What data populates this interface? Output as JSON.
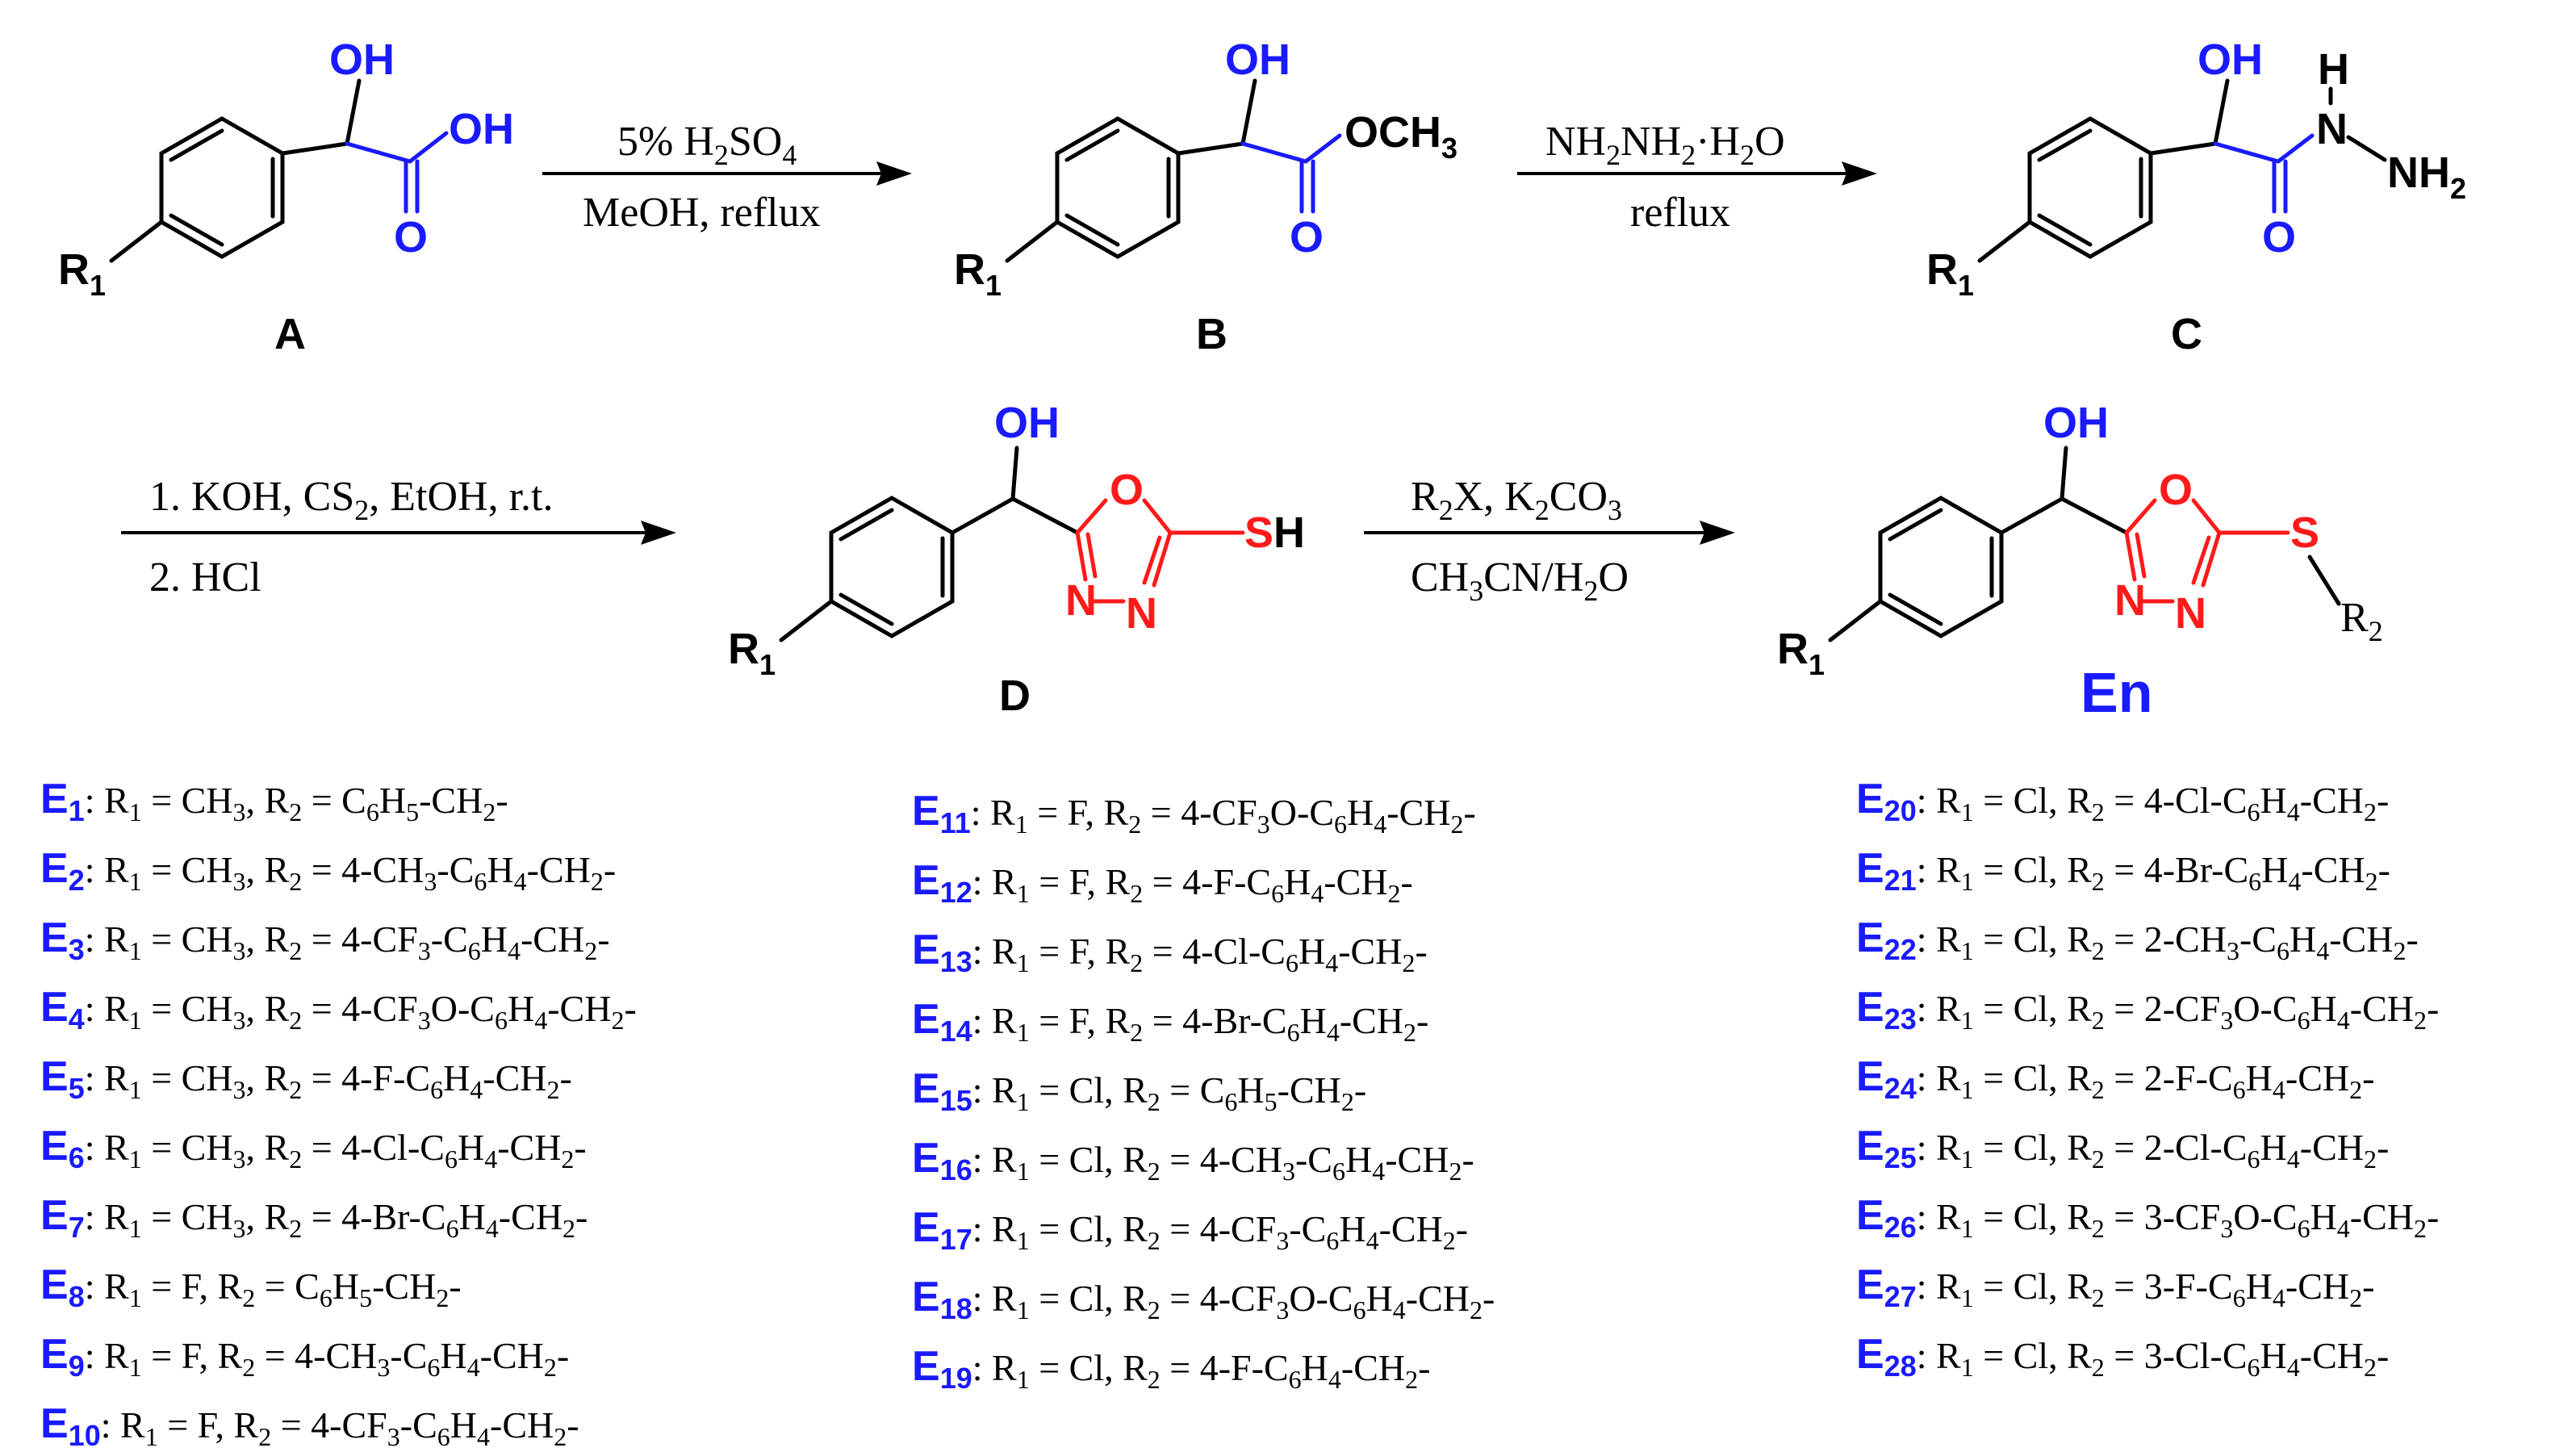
{
  "compounds": {
    "A": {
      "label": "A",
      "oh": "OH",
      "oh2": "OH",
      "o": "O",
      "r": "R",
      "r_sub": "1"
    },
    "B": {
      "label": "B",
      "oh": "OH",
      "och3": "OCH",
      "och3_sub": "3",
      "o": "O",
      "r": "R",
      "r_sub": "1"
    },
    "C": {
      "label": "C",
      "oh": "OH",
      "h": "H",
      "n": "N",
      "nh2": "NH",
      "nh2_sub": "2",
      "o": "O",
      "r": "R",
      "r_sub": "1"
    },
    "D": {
      "label": "D",
      "oh": "OH",
      "ring_o": "O",
      "n1": "N",
      "n2": "N",
      "sh_s": "S",
      "sh_h": "H",
      "r": "R",
      "r_sub": "1"
    },
    "En": {
      "label": "En",
      "oh": "OH",
      "ring_o": "O",
      "n1": "N",
      "n2": "N",
      "s": "S",
      "r2": "R",
      "r2_sub": "2",
      "r": "R",
      "r_sub": "1"
    }
  },
  "arrows": {
    "a_to_b": {
      "above_parts": [
        "5% H",
        "2",
        "SO",
        "4"
      ],
      "below": "MeOH, reflux"
    },
    "b_to_c": {
      "above_parts": [
        "NH",
        "2",
        "NH",
        "2",
        "·H",
        "2",
        "O"
      ],
      "below": "reflux"
    },
    "c_to_d": {
      "above_parts": [
        "1. KOH, CS",
        "2",
        ", EtOH, r.t."
      ],
      "below": "2. HCl"
    },
    "d_to_en": {
      "above_parts": [
        "R",
        "2",
        "X, K",
        "2",
        "CO",
        "3"
      ],
      "below_parts": [
        "CH",
        "3",
        "CN/H",
        "2",
        "O"
      ]
    }
  },
  "entries": [
    {
      "id": "E",
      "n": "1",
      "r1": "CH3",
      "r2": "C6H5-CH2-"
    },
    {
      "id": "E",
      "n": "2",
      "r1": "CH3",
      "r2": "4-CH3-C6H4-CH2-"
    },
    {
      "id": "E",
      "n": "3",
      "r1": "CH3",
      "r2": "4-CF3-C6H4-CH2-"
    },
    {
      "id": "E",
      "n": "4",
      "r1": "CH3",
      "r2": "4-CF3O-C6H4-CH2-"
    },
    {
      "id": "E",
      "n": "5",
      "r1": "CH3",
      "r2": "4-F-C6H4-CH2-"
    },
    {
      "id": "E",
      "n": "6",
      "r1": "CH3",
      "r2": "4-Cl-C6H4-CH2-"
    },
    {
      "id": "E",
      "n": "7",
      "r1": "CH3",
      "r2": "4-Br-C6H4-CH2-"
    },
    {
      "id": "E",
      "n": "8",
      "r1": "F",
      "r2": "C6H5-CH2-"
    },
    {
      "id": "E",
      "n": "9",
      "r1": "F",
      "r2": "4-CH3-C6H4-CH2-"
    },
    {
      "id": "E",
      "n": "10",
      "r1": "F",
      "r2": "4-CF3-C6H4-CH2-"
    },
    {
      "id": "E",
      "n": "11",
      "r1": "F",
      "r2": "4-CF3O-C6H4-CH2-"
    },
    {
      "id": "E",
      "n": "12",
      "r1": "F",
      "r2": "4-F-C6H4-CH2-"
    },
    {
      "id": "E",
      "n": "13",
      "r1": "F",
      "r2": "4-Cl-C6H4-CH2-"
    },
    {
      "id": "E",
      "n": "14",
      "r1": "F",
      "r2": "4-Br-C6H4-CH2-"
    },
    {
      "id": "E",
      "n": "15",
      "r1": "Cl",
      "r2": "C6H5-CH2-"
    },
    {
      "id": "E",
      "n": "16",
      "r1": "Cl",
      "r2": "4-CH3-C6H4-CH2-"
    },
    {
      "id": "E",
      "n": "17",
      "r1": "Cl",
      "r2": "4-CF3-C6H4-CH2-"
    },
    {
      "id": "E",
      "n": "18",
      "r1": "Cl",
      "r2": "4-CF3O-C6H4-CH2-"
    },
    {
      "id": "E",
      "n": "19",
      "r1": "Cl",
      "r2": "4-F-C6H4-CH2-"
    },
    {
      "id": "E",
      "n": "20",
      "r1": "Cl",
      "r2": "4-Cl-C6H4-CH2-"
    },
    {
      "id": "E",
      "n": "21",
      "r1": "Cl",
      "r2": "4-Br-C6H4-CH2-"
    },
    {
      "id": "E",
      "n": "22",
      "r1": "Cl",
      "r2": "2-CH3-C6H4-CH2-"
    },
    {
      "id": "E",
      "n": "23",
      "r1": "Cl",
      "r2": "2-CF3O-C6H4-CH2-"
    },
    {
      "id": "E",
      "n": "24",
      "r1": "Cl",
      "r2": "2-F-C6H4-CH2-"
    },
    {
      "id": "E",
      "n": "25",
      "r1": "Cl",
      "r2": "2-Cl-C6H4-CH2-"
    },
    {
      "id": "E",
      "n": "26",
      "r1": "Cl",
      "r2": "3-CF3O-C6H4-CH2-"
    },
    {
      "id": "E",
      "n": "27",
      "r1": "Cl",
      "r2": "3-F-C6H4-CH2-"
    },
    {
      "id": "E",
      "n": "28",
      "r1": "Cl",
      "r2": "3-Cl-C6H4-CH2-"
    }
  ],
  "entry_text": {
    "r1_prefix": "R",
    "r1_sub": "1",
    "r2_prefix": "R",
    "r2_sub": "2",
    "eq": " = ",
    "sep": ", "
  },
  "colors": {
    "highlight": "#1a1aff",
    "heterocycle": "#ff1a1a",
    "text": "#000000"
  }
}
